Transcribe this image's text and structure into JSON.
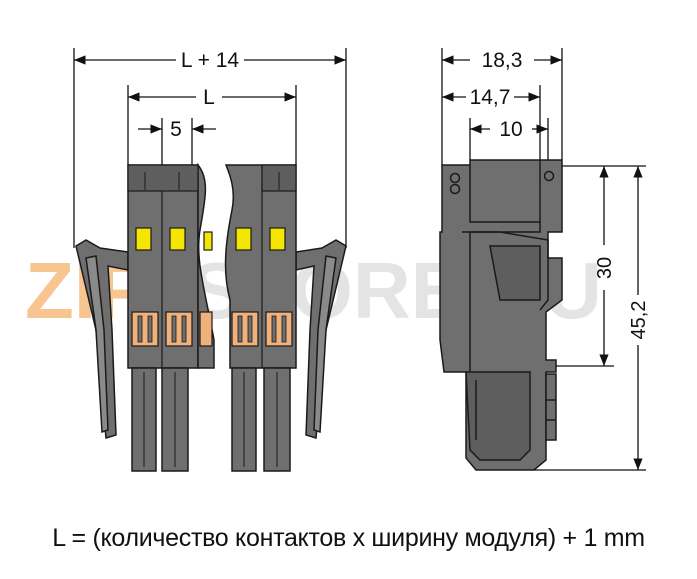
{
  "front_view": {
    "dim_overall": "L + 14",
    "dim_length": "L",
    "dim_pitch": "5"
  },
  "side_view": {
    "dim_width_outer": "18,3",
    "dim_width_mid": "14,7",
    "dim_width_inner": "10",
    "dim_height_short": "30",
    "dim_height_total": "45,2"
  },
  "watermark": {
    "text_zip": "ZIP",
    "text_store": "STORE.RU"
  },
  "formula": "L = (количество контактов x ширину модуля) + 1 mm",
  "colors": {
    "housing": "#6f6f6f",
    "housing_dark": "#4a4a4a",
    "outline": "#1a1a1a",
    "clamp_yellow": "#f5e600",
    "contact_orange": "#f0b27a",
    "watermark_orange": "#f6b26b",
    "watermark_gray": "#d9d9d9"
  }
}
